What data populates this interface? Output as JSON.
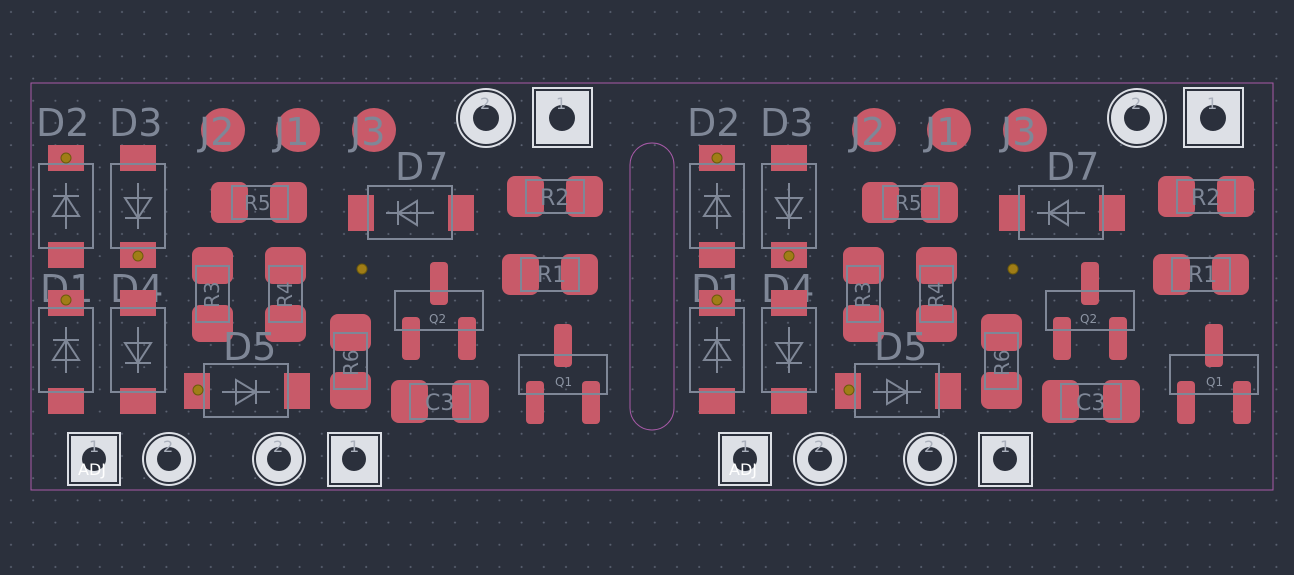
{
  "colors": {
    "background": "#2b303c",
    "grid_dot": "#5c6373",
    "board_edge": "#a85aa8",
    "pad": "#c85a69",
    "silk": "#7f8797",
    "via": "#a07d16",
    "tht_pad": "#dde0e6"
  },
  "pcb": {
    "left": {
      "d1": "D1",
      "d2": "D2",
      "d3": "D3",
      "d4": "D4",
      "d5": "D5",
      "d7": "D7",
      "j1": "J1",
      "j2": "J2",
      "j3": "J3",
      "r1": "R1",
      "r2": "R2",
      "r3": "R3",
      "r4": "R4",
      "r5": "R5",
      "r6": "R6",
      "c3": "C3",
      "q1": "Q1",
      "q2": "Q2",
      "top_pad1": "1",
      "top_pad2": "2",
      "bot_adj_num": "1",
      "bot_adj_label": "ADJ",
      "bot_pad2a": "2",
      "bot_pad2b": "2",
      "bot_pad1": "1"
    },
    "right": {
      "d1": "D1",
      "d2": "D2",
      "d3": "D3",
      "d4": "D4",
      "d5": "D5",
      "d7": "D7",
      "j1": "J1",
      "j2": "J2",
      "j3": "J3",
      "r1": "R1",
      "r2": "R2",
      "r3": "R3",
      "r4": "R4",
      "r5": "R5",
      "r6": "R6",
      "c3": "C3",
      "q1": "Q1",
      "q2": "Q2",
      "top_pad1": "1",
      "top_pad2": "2",
      "bot_adj_num": "1",
      "bot_adj_label": "ADJ",
      "bot_pad2a": "2",
      "bot_pad2b": "2",
      "bot_pad1": "1"
    }
  }
}
